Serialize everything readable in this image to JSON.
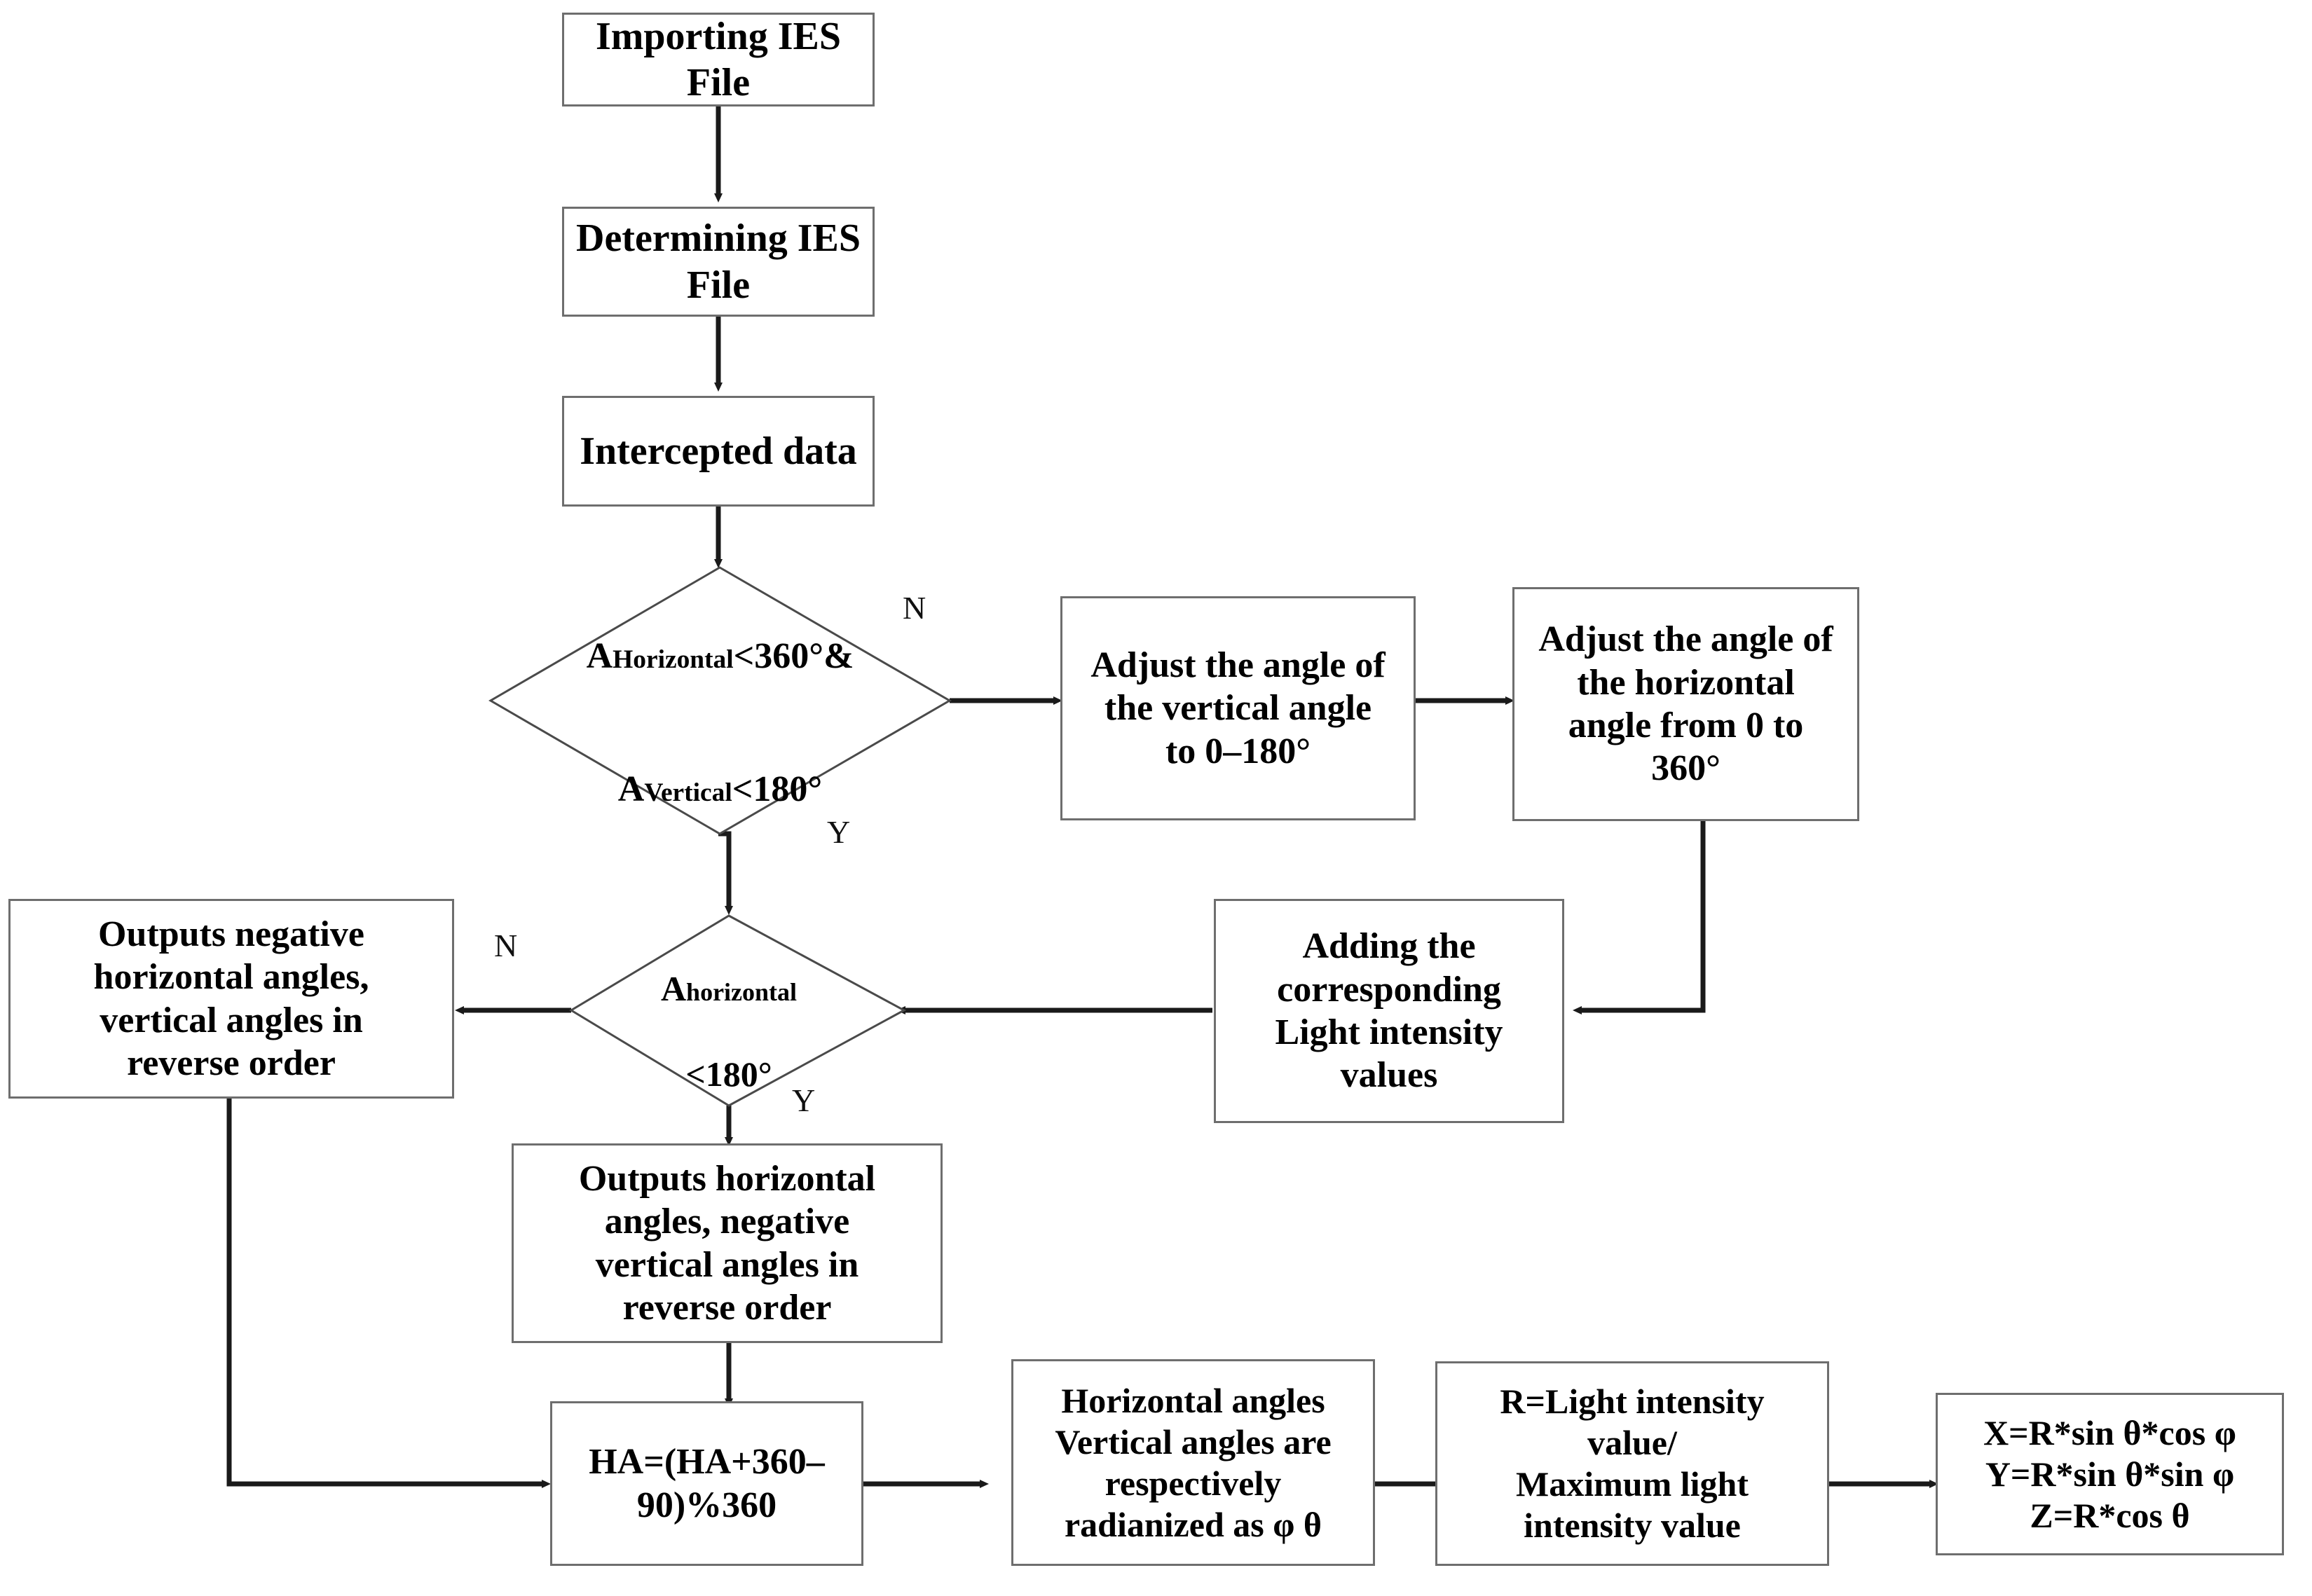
{
  "diagram": {
    "title": "IES file light-distribution processing flowchart",
    "colors": {
      "box_border": "#6e6e6e",
      "diamond_border": "#4a4a4a",
      "connector": "#1a1a1a",
      "background": "#ffffff",
      "text": "#000000"
    }
  },
  "nodes": {
    "importing_ies_file": {
      "label": "Importing IES\nFile"
    },
    "determining_ies_file": {
      "label": "Determining IES\nFile"
    },
    "intercepted_data": {
      "label": "Intercepted data"
    },
    "decision_angles": {
      "line1_prefix": "A",
      "line1_sub": "Horizontal",
      "line1_suffix": "<360°&",
      "line2_prefix": "A",
      "line2_sub": "Vertical",
      "line2_suffix": "<180°"
    },
    "adjust_vertical_angle": {
      "label": "Adjust the angle of\nthe vertical angle\nto 0–180°"
    },
    "adjust_horizontal_angle": {
      "label": "Adjust the angle of\nthe horizontal\nangle from 0 to\n360°"
    },
    "adding_light_intensity": {
      "label": "Adding the\ncorresponding\nLight intensity\nvalues"
    },
    "decision_horizontal": {
      "line1_prefix": "A",
      "line1_sub": "horizontal",
      "line2": "<180°"
    },
    "outputs_negative_horizontal": {
      "label": "Outputs negative\nhorizontal angles,\nvertical angles in\nreverse order"
    },
    "outputs_horizontal": {
      "label": "Outputs horizontal\nangles, negative\nvertical angles in\nreverse order"
    },
    "ha_formula": {
      "label": "HA=(HA+360–\n90)%360"
    },
    "radianize": {
      "label": "Horizontal angles\nVertical angles are\nrespectively\nradianized as φ θ"
    },
    "r_ratio": {
      "label": "R=Light intensity\nvalue/\nMaximum light\nintensity value"
    },
    "xyz_formula": {
      "label": "X=R*sin θ*cos φ\nY=R*sin θ*sin φ\nZ=R*cos θ"
    }
  },
  "edge_labels": {
    "decision_angles_no": "N",
    "decision_angles_yes": "Y",
    "decision_horizontal_no": "N",
    "decision_horizontal_yes": "Y"
  }
}
